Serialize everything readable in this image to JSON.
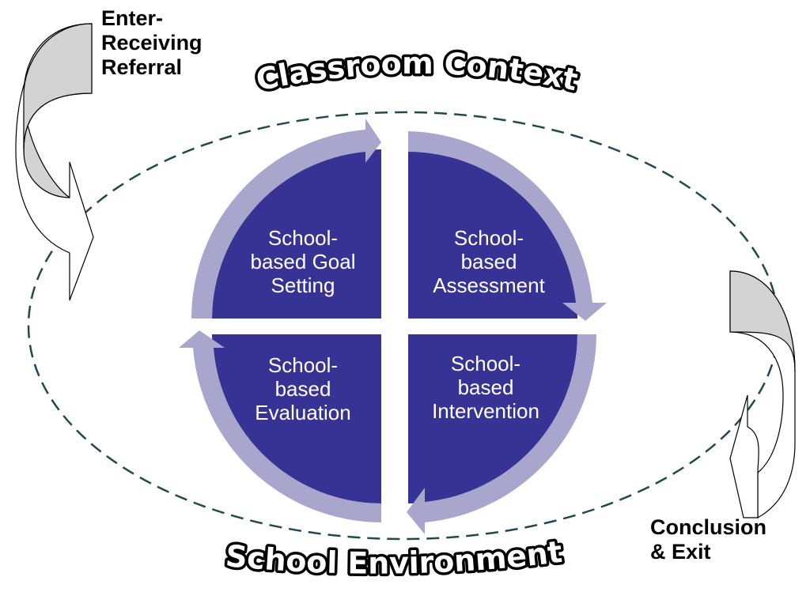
{
  "diagram": {
    "top_title": "Classroom Context",
    "bottom_title": "School Environment",
    "enter_label": "Enter-\nReceiving\nReferral",
    "exit_label": "Conclusion\n& Exit",
    "quadrants": {
      "top_left": "School-\nbased Goal\nSetting",
      "top_right": "School-\nbased\nAssessment",
      "bottom_left": "School-\nbased\nEvaluation",
      "bottom_right": "School-\nbased\nIntervention"
    },
    "colors": {
      "quadrant_fill": "#363394",
      "cycle_arrow": "#A8A6CC",
      "dashed_ellipse": "#1F4A4F",
      "side_arrow_fill": "#D3D3D3"
    }
  }
}
